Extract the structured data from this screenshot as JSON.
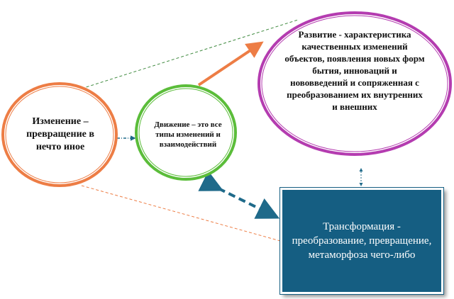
{
  "nodes": {
    "change": "Изменение – превращение в нечто иное",
    "movement": "Движение – это все типы изменений и взаимодействий",
    "development": "Развитие - характеристика качественных изменений объектов, появления новых форм бытия, инноваций и нововведений и сопряженная с преобразованием их внутренних и внешних",
    "transformation": "Трансформация - преобразование, превращение, метаморфоза чего-либо"
  },
  "colors": {
    "change": "#ed7d45",
    "movement": "#5bbd3a",
    "development": "#b43cb0",
    "transformation": "#155e82"
  }
}
